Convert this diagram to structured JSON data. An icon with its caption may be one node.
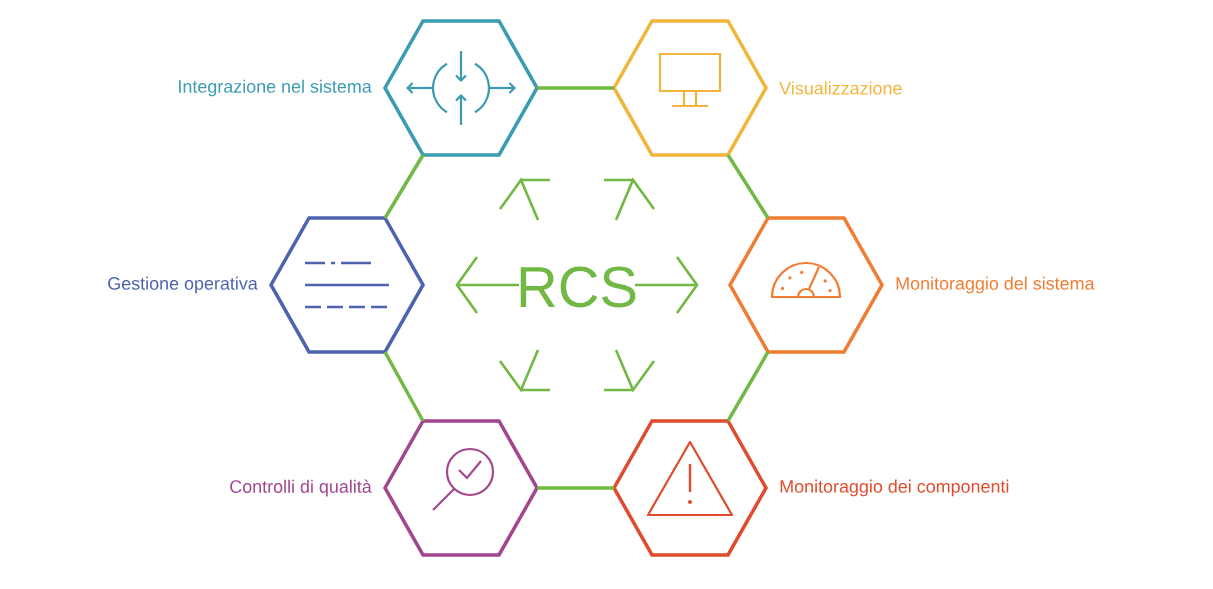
{
  "diagram": {
    "nodes": [
      {
        "text": [
          "Integrazione nel sistema"
        ]
      },
      {
        "text": [
          "Visualizzazione"
        ]
      },
      {
        "text": [
          "Gestione operativa"
        ]
      },
      {
        "text": [
          "Monitoraggio del sistema"
        ]
      },
      {
        "text": [
          "Controlli di qualità"
        ]
      },
      {
        "text": [
          "Monitoraggio dei componenti"
        ]
      }
    ],
    "edges": [
      {
        "from": 0,
        "to": 1,
        "arrow": "none"
      },
      {
        "from": 0,
        "to": 2,
        "arrow": "none"
      },
      {
        "from": 1,
        "to": 3,
        "arrow": "none"
      },
      {
        "from": 2,
        "to": 4,
        "arrow": "none"
      },
      {
        "from": 3,
        "to": 5,
        "arrow": "none"
      },
      {
        "from": 4,
        "to": 5,
        "arrow": "none"
      }
    ],
    "labels": [
      "RCS"
    ]
  }
}
